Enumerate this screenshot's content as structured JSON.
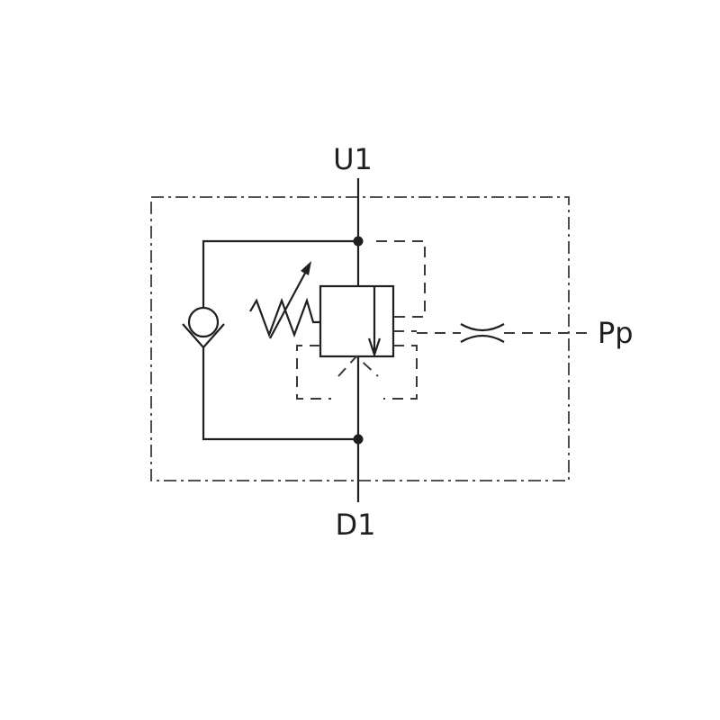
{
  "ports": {
    "top": "U1",
    "bottom": "D1",
    "pilot": "Pp"
  }
}
